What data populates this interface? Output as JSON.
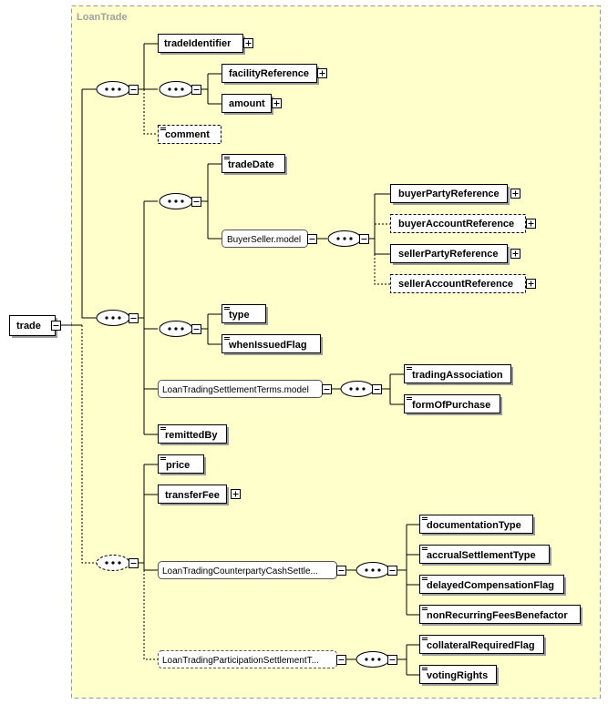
{
  "group": {
    "title": "LoanTrade"
  },
  "root": {
    "label": "trade"
  },
  "elements": {
    "tradeIdentifier": "tradeIdentifier",
    "facilityReference": "facilityReference",
    "amount": "amount",
    "comment": "comment",
    "tradeDate": "tradeDate",
    "buyerPartyReference": "buyerPartyReference",
    "buyerAccountReference": "buyerAccountReference",
    "sellerPartyReference": "sellerPartyReference",
    "sellerAccountReference": "sellerAccountReference",
    "type": "type",
    "whenIssuedFlag": "whenIssuedFlag",
    "tradingAssociation": "tradingAssociation",
    "formOfPurchase": "formOfPurchase",
    "remittedBy": "remittedBy",
    "price": "price",
    "transferFee": "transferFee",
    "documentationType": "documentationType",
    "accrualSettlementType": "accrualSettlementType",
    "delayedCompensationFlag": "delayedCompensationFlag",
    "nonRecurringFeesBenefactor": "nonRecurringFeesBenefactor",
    "collateralRequiredFlag": "collateralRequiredFlag",
    "votingRights": "votingRights"
  },
  "models": {
    "buyerSeller": "BuyerSeller.model",
    "settlementTerms": "LoanTradingSettlementTerms.model",
    "counterpartyCash": "LoanTradingCounterpartyCashSettle...",
    "participation": "LoanTradingParticipationSettlementT..."
  },
  "colors": {
    "group_fill": "#ffffcc",
    "group_border": "#999999",
    "title": "#a0a0a0"
  }
}
